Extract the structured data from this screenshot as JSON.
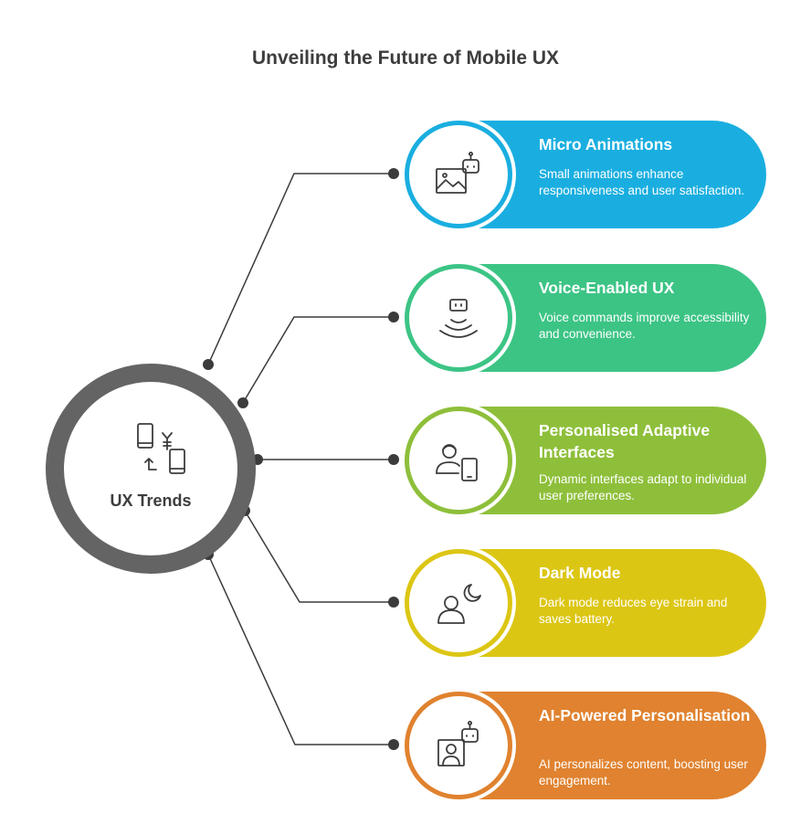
{
  "title": "Unveiling the Future of Mobile UX",
  "hub": {
    "label": "UX Trends",
    "icon": "mobile-exchange-icon",
    "color": "#646464"
  },
  "items": [
    {
      "title": "Micro Animations",
      "description": "Small animations enhance responsiveness and user satisfaction.",
      "icon": "robot-image-icon",
      "color": "#1aaee0"
    },
    {
      "title": "Voice-Enabled UX",
      "description": "Voice commands improve accessibility and convenience.",
      "icon": "voice-robot-icon",
      "color": "#3cc485"
    },
    {
      "title": "Personalised Adaptive Interfaces",
      "description": "Dynamic interfaces adapt to individual user preferences.",
      "icon": "user-tablet-icon",
      "color": "#8ebf3a"
    },
    {
      "title": "Dark Mode",
      "description": "Dark mode reduces eye strain and saves battery.",
      "icon": "user-moon-icon",
      "color": "#dcc614"
    },
    {
      "title": "AI-Powered Personalisation",
      "description": "AI personalizes content, boosting user engagement.",
      "icon": "ai-profile-icon",
      "color": "#e0822f"
    }
  ]
}
